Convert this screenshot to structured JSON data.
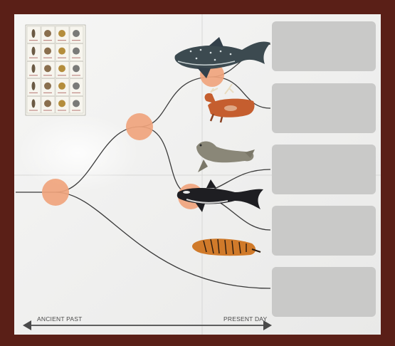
{
  "board": {
    "timeline_left_label": "ANCIENT PAST",
    "timeline_right_label": "PRESENT DAY"
  },
  "colors": {
    "frame": "#5a1f17",
    "board": "#f2f2f1",
    "node": "#f0a47d",
    "slot": "#c9c9c8",
    "line": "#3a3a3a"
  },
  "animals": [
    "whale-shark-figurine",
    "deer-figurine",
    "seal-figurine",
    "orca-figurine",
    "tiger-figurine"
  ],
  "answer_slots_count": 5,
  "reference_card_rows": 5,
  "reference_card_cols": 4
}
